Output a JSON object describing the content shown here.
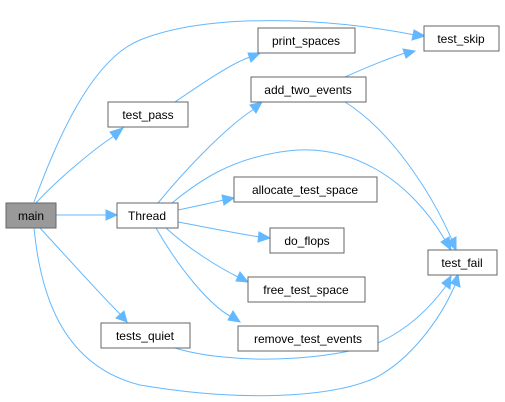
{
  "colors": {
    "edge": "#63b8ff",
    "node_border": "#666666",
    "root_fill": "#999999",
    "node_fill": "#ffffff"
  },
  "nodes": {
    "main": "main",
    "test_pass": "test_pass",
    "thread": "Thread",
    "tests_quiet": "tests_quiet",
    "print_spaces": "print_spaces",
    "add_two_events": "add_two_events",
    "allocate_test_space": "allocate_test_space",
    "do_flops": "do_flops",
    "free_test_space": "free_test_space",
    "remove_test_events": "remove_test_events",
    "test_skip": "test_skip",
    "test_fail": "test_fail"
  },
  "edges": [
    [
      "main",
      "test_pass"
    ],
    [
      "main",
      "thread"
    ],
    [
      "main",
      "tests_quiet"
    ],
    [
      "main",
      "test_skip"
    ],
    [
      "main",
      "test_fail"
    ],
    [
      "test_pass",
      "print_spaces"
    ],
    [
      "thread",
      "add_two_events"
    ],
    [
      "thread",
      "allocate_test_space"
    ],
    [
      "thread",
      "do_flops"
    ],
    [
      "thread",
      "free_test_space"
    ],
    [
      "thread",
      "remove_test_events"
    ],
    [
      "thread",
      "test_fail"
    ],
    [
      "add_two_events",
      "test_skip"
    ],
    [
      "add_two_events",
      "test_fail"
    ],
    [
      "tests_quiet",
      "test_fail"
    ]
  ]
}
